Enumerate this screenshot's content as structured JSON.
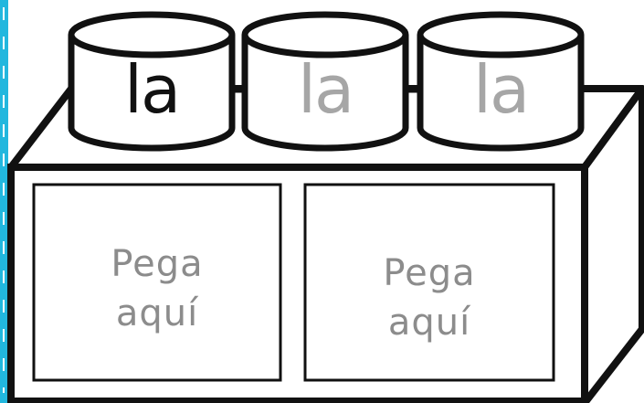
{
  "colors": {
    "outline": "#111111",
    "fill": "#ffffff",
    "accent_stripe": "#22b7de",
    "label_dark": "#111111",
    "label_gray": "#a6a6a6",
    "placeholder_text": "#8c8c8c"
  },
  "block": {
    "cylinders": [
      {
        "label": "la",
        "tone": "dark"
      },
      {
        "label": "la",
        "tone": "gray"
      },
      {
        "label": "la",
        "tone": "gray"
      }
    ],
    "slots": [
      {
        "line1": "Pega",
        "line2": "aquí"
      },
      {
        "line1": "Pega",
        "line2": "aquí"
      }
    ]
  }
}
